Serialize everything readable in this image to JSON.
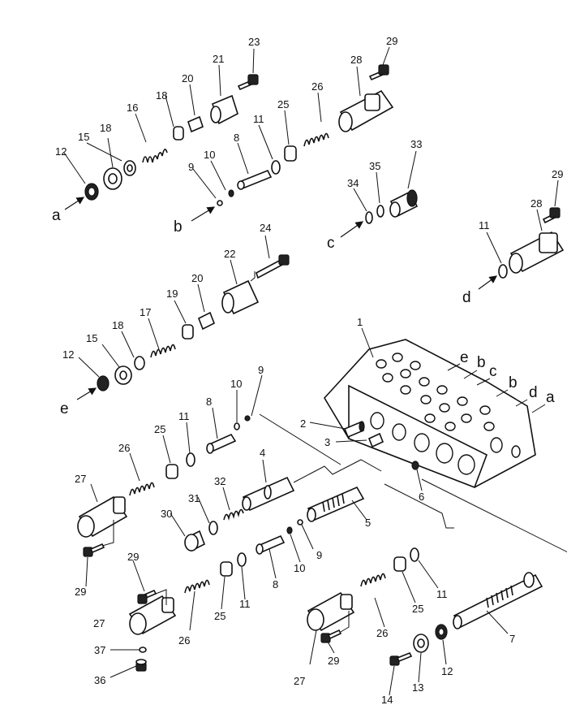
{
  "callouts": [
    {
      "id": "c23a",
      "text": "23"
    },
    {
      "id": "c29a",
      "text": "29"
    },
    {
      "id": "c21",
      "text": "21"
    },
    {
      "id": "c28a",
      "text": "28"
    },
    {
      "id": "c20a",
      "text": "20"
    },
    {
      "id": "c26a",
      "text": "26"
    },
    {
      "id": "c16",
      "text": "16"
    },
    {
      "id": "c18a",
      "text": "18"
    },
    {
      "id": "c25a",
      "text": "25"
    },
    {
      "id": "c11a",
      "text": "11"
    },
    {
      "id": "c18b",
      "text": "18"
    },
    {
      "id": "c15a",
      "text": "15"
    },
    {
      "id": "c8a",
      "text": "8"
    },
    {
      "id": "c33",
      "text": "33"
    },
    {
      "id": "c12a",
      "text": "12"
    },
    {
      "id": "c10a",
      "text": "10"
    },
    {
      "id": "c9a",
      "text": "9"
    },
    {
      "id": "c35",
      "text": "35"
    },
    {
      "id": "c34",
      "text": "34"
    },
    {
      "id": "c29b",
      "text": "29"
    },
    {
      "id": "c28b",
      "text": "28"
    },
    {
      "id": "c24",
      "text": "24"
    },
    {
      "id": "c11b",
      "text": "11"
    },
    {
      "id": "c22",
      "text": "22"
    },
    {
      "id": "c20b",
      "text": "20"
    },
    {
      "id": "c19",
      "text": "19"
    },
    {
      "id": "c17",
      "text": "17"
    },
    {
      "id": "c18c",
      "text": "18"
    },
    {
      "id": "c15b",
      "text": "15"
    },
    {
      "id": "c12b",
      "text": "12"
    },
    {
      "id": "c1",
      "text": "1"
    },
    {
      "id": "c9b",
      "text": "9"
    },
    {
      "id": "c10b",
      "text": "10"
    },
    {
      "id": "c8b",
      "text": "8"
    },
    {
      "id": "c11c",
      "text": "11"
    },
    {
      "id": "c2",
      "text": "2"
    },
    {
      "id": "c3",
      "text": "3"
    },
    {
      "id": "c25b",
      "text": "25"
    },
    {
      "id": "c26b",
      "text": "26"
    },
    {
      "id": "c4",
      "text": "4"
    },
    {
      "id": "c6",
      "text": "6"
    },
    {
      "id": "c27a",
      "text": "27"
    },
    {
      "id": "c32",
      "text": "32"
    },
    {
      "id": "c31",
      "text": "31"
    },
    {
      "id": "c30",
      "text": "30"
    },
    {
      "id": "c5",
      "text": "5"
    },
    {
      "id": "c9c",
      "text": "9"
    },
    {
      "id": "c10c",
      "text": "10"
    },
    {
      "id": "c8c",
      "text": "8"
    },
    {
      "id": "c29c",
      "text": "29"
    },
    {
      "id": "c29d",
      "text": "29"
    },
    {
      "id": "c11d",
      "text": "11"
    },
    {
      "id": "c26c",
      "text": "26"
    },
    {
      "id": "c25c",
      "text": "25"
    },
    {
      "id": "c11e",
      "text": "11"
    },
    {
      "id": "c25d",
      "text": "25"
    },
    {
      "id": "c27b",
      "text": "27"
    },
    {
      "id": "c26d",
      "text": "26"
    },
    {
      "id": "c7",
      "text": "7"
    },
    {
      "id": "c37",
      "text": "37"
    },
    {
      "id": "c36",
      "text": "36"
    },
    {
      "id": "c29e",
      "text": "29"
    },
    {
      "id": "c27c",
      "text": "27"
    },
    {
      "id": "c12c",
      "text": "12"
    },
    {
      "id": "c13",
      "text": "13"
    },
    {
      "id": "c14",
      "text": "14"
    }
  ],
  "port_letters": [
    {
      "id": "la",
      "text": "a"
    },
    {
      "id": "lb",
      "text": "b"
    },
    {
      "id": "lc",
      "text": "c"
    },
    {
      "id": "ld",
      "text": "d"
    },
    {
      "id": "le",
      "text": "e"
    },
    {
      "id": "le2",
      "text": "e"
    },
    {
      "id": "lb2",
      "text": "b"
    },
    {
      "id": "lc2",
      "text": "c"
    },
    {
      "id": "lb3",
      "text": "b"
    },
    {
      "id": "ld2",
      "text": "d"
    },
    {
      "id": "la2",
      "text": "a"
    }
  ]
}
